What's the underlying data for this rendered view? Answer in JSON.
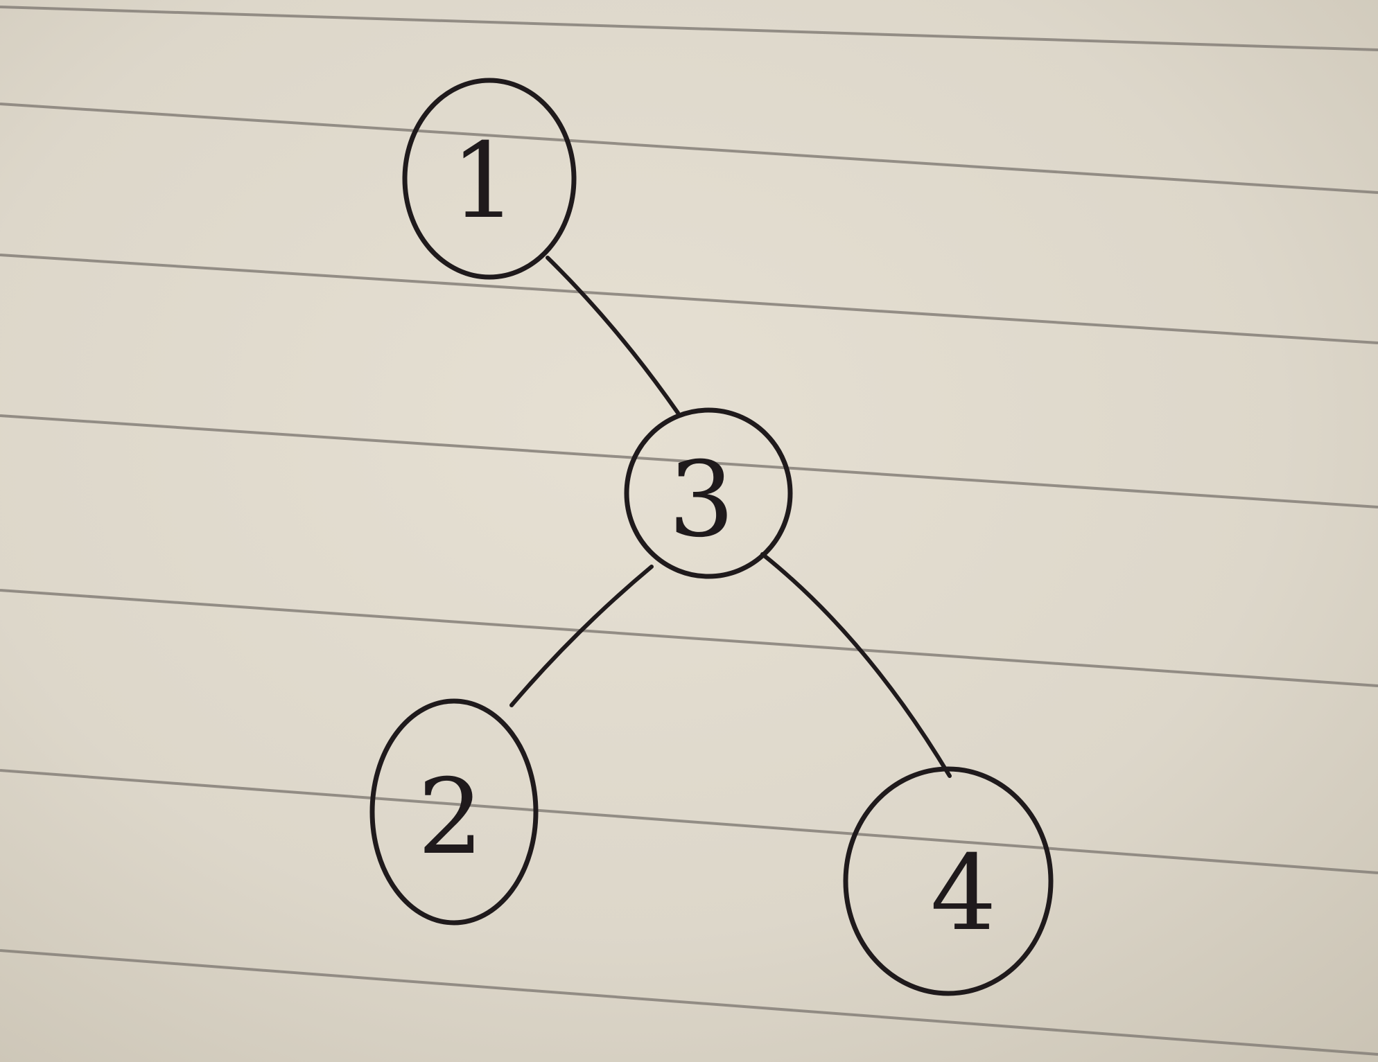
{
  "diagram": {
    "type": "tree",
    "colors": {
      "paper": "#ddd7ca",
      "paper_shade": "#cfc8b9",
      "rule_line": "#857f78",
      "ink": "#1f1a1c"
    },
    "nodes": [
      {
        "id": "n1",
        "label": "1"
      },
      {
        "id": "n3",
        "label": "3"
      },
      {
        "id": "n2",
        "label": "2"
      },
      {
        "id": "n4",
        "label": "4"
      }
    ],
    "edges": [
      {
        "from": "n1",
        "to": "n3"
      },
      {
        "from": "n3",
        "to": "n2"
      },
      {
        "from": "n3",
        "to": "n4"
      }
    ]
  }
}
